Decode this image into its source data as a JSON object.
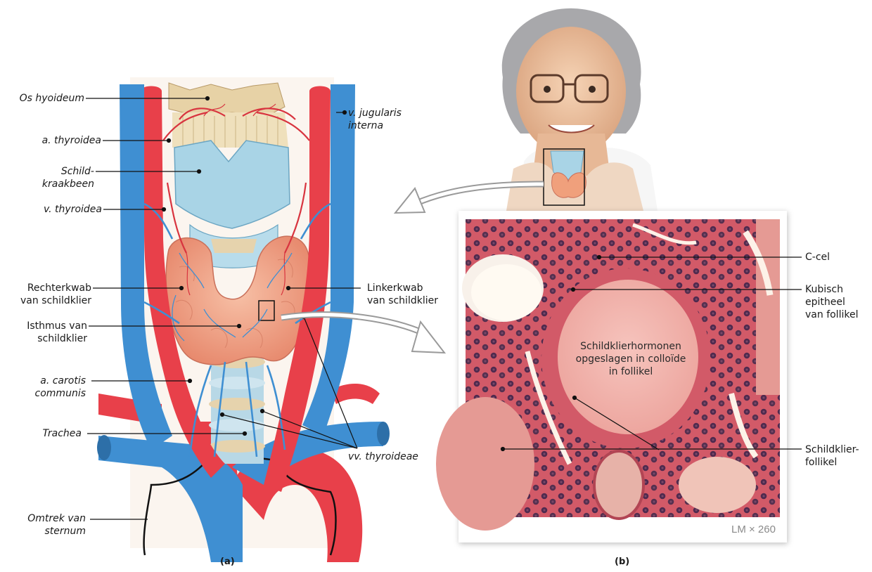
{
  "panel_a": {
    "caption": "(a)",
    "labels": {
      "os_hyoideum": "Os hyoideum",
      "v_jugularis_1": "v. jugularis",
      "v_jugularis_2": "interna",
      "a_thyroidea": "a. thyroidea",
      "schild_1": "Schild-",
      "schild_2": "kraakbeen",
      "v_thyroidea": "v. thyroidea",
      "rechter_1": "Rechterkwab",
      "rechter_2": "van schildklier",
      "linker_1": "Linkerkwab",
      "linker_2": "van schildklier",
      "isthmus_1": "Isthmus van",
      "isthmus_2": "schildklier",
      "carotis_1": "a. carotis",
      "carotis_2": "communis",
      "trachea": "Trachea",
      "vv_thyroideae": "vv. thyroideae",
      "omtrek_1": "Omtrek van",
      "omtrek_2": "sternum"
    }
  },
  "panel_b": {
    "caption": "(b)",
    "labels": {
      "c_cel": "C-cel",
      "kubisch_1": "Kubisch",
      "kubisch_2": "epitheel",
      "kubisch_3": "van follikel",
      "hormonen_1": "Schildklierhormonen",
      "hormonen_2": "opgeslagen in colloïde",
      "hormonen_3": "in follikel",
      "follikel_1": "Schildklier-",
      "follikel_2": "follikel",
      "magnification": "LM × 260"
    }
  },
  "colors": {
    "artery": "#e8404a",
    "vein": "#3f8fd2",
    "cartilage": "#a9d4e6",
    "bone": "#e7d2a6",
    "thyroid": "#f3a98c",
    "tissue": "#d9606e",
    "colloid": "#f3b6b0"
  }
}
